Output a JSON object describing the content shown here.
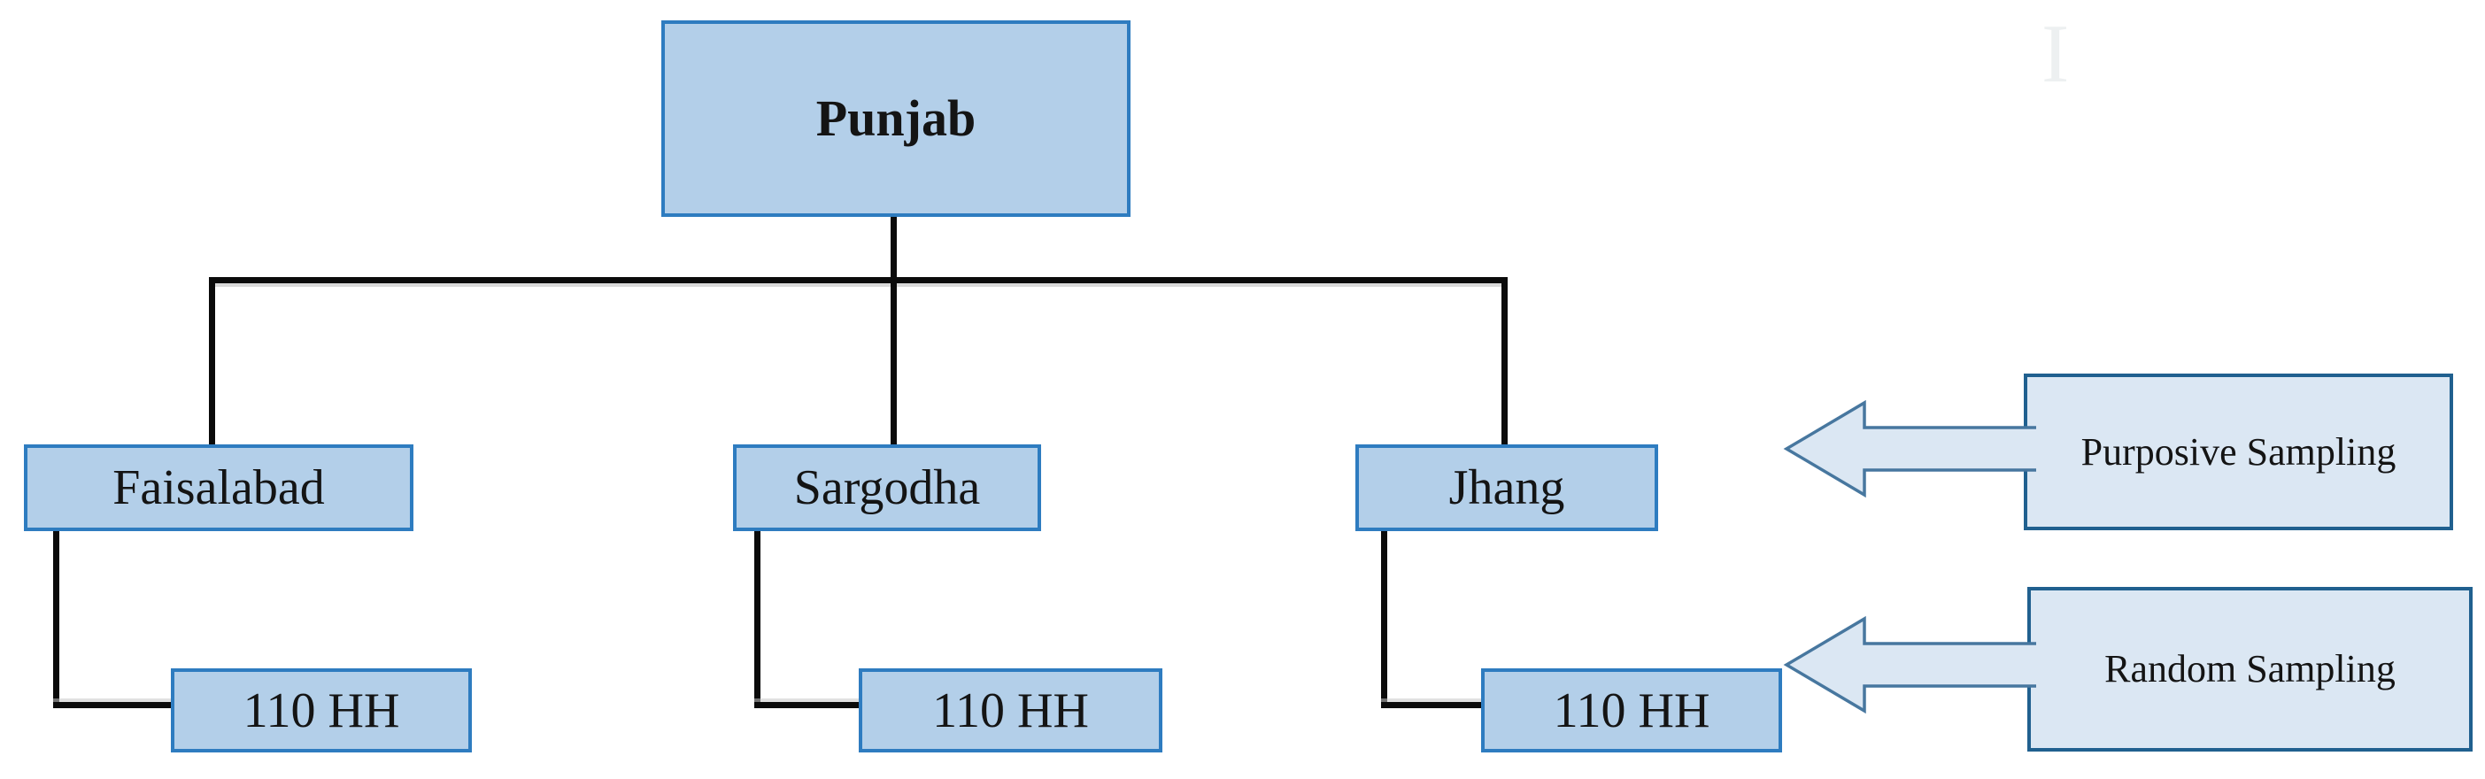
{
  "diagram": {
    "root": {
      "label": "Punjab"
    },
    "districts": [
      {
        "label": "Faisalabad",
        "sample": "110 HH"
      },
      {
        "label": "Sargodha",
        "sample": "110 HH"
      },
      {
        "label": "Jhang",
        "sample": "110 HH"
      }
    ],
    "callouts": [
      {
        "label": "Purposive Sampling"
      },
      {
        "label": "Random Sampling"
      }
    ],
    "artifacts": {
      "text_cursor_glyph": "I"
    },
    "colors": {
      "node_fill": "#b3cfe9",
      "node_border": "#2e7cc0",
      "callout_fill": "#dbe7f3",
      "callout_border": "#20608f",
      "arrow_fill": "#dbe7f3",
      "arrow_outline": "#47779f",
      "connector_line": "#0b0b0b",
      "text": "#141414",
      "background": "#ffffff"
    }
  }
}
